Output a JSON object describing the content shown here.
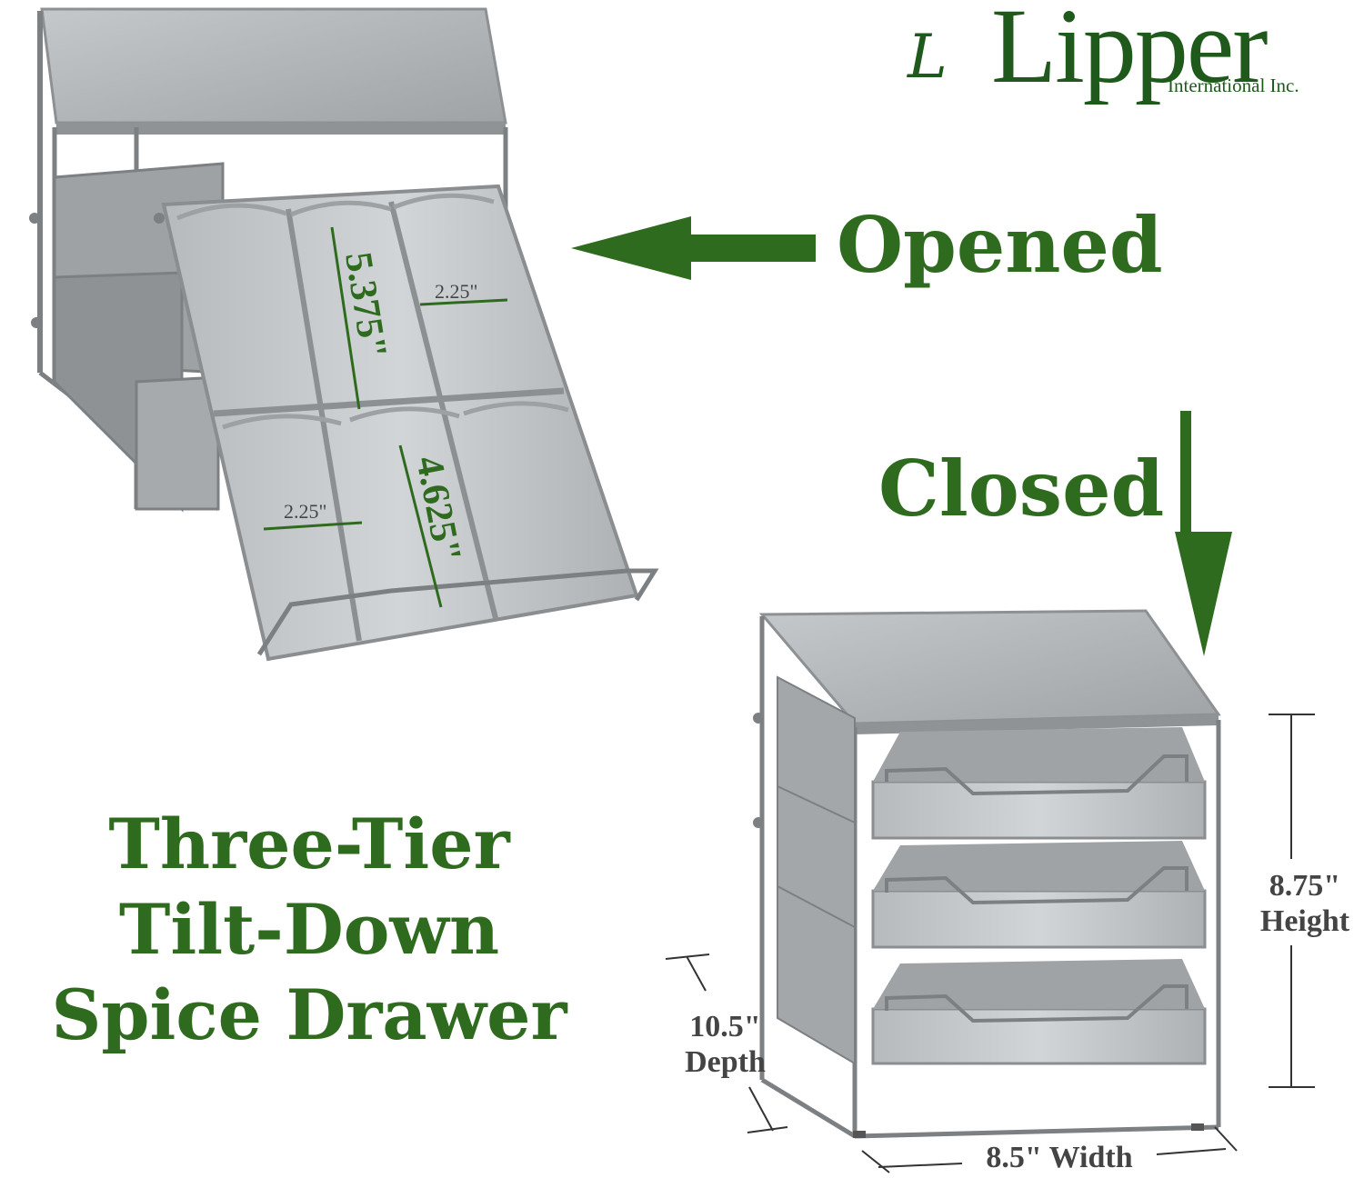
{
  "brand": {
    "script_initial": "L",
    "word": "Lipper",
    "subtitle": "International Inc."
  },
  "labels": {
    "opened": "Opened",
    "closed": "Closed"
  },
  "title_lines": [
    "Three-Tier",
    "Tilt-Down",
    "Spice Drawer"
  ],
  "dimensions": {
    "slot_length_top": "5.375\"",
    "slot_width_top": "2.25\"",
    "slot_length_bottom": "4.625\"",
    "slot_width_bottom": "2.25\"",
    "height_value": "8.75\"",
    "height_label": "Height",
    "depth_value": "10.5\"",
    "depth_label": "Depth",
    "width": "8.5\" Width"
  },
  "colors": {
    "green": "#2f6b1e",
    "metal": "#a9adb0",
    "metal_dark": "#7d8285"
  }
}
